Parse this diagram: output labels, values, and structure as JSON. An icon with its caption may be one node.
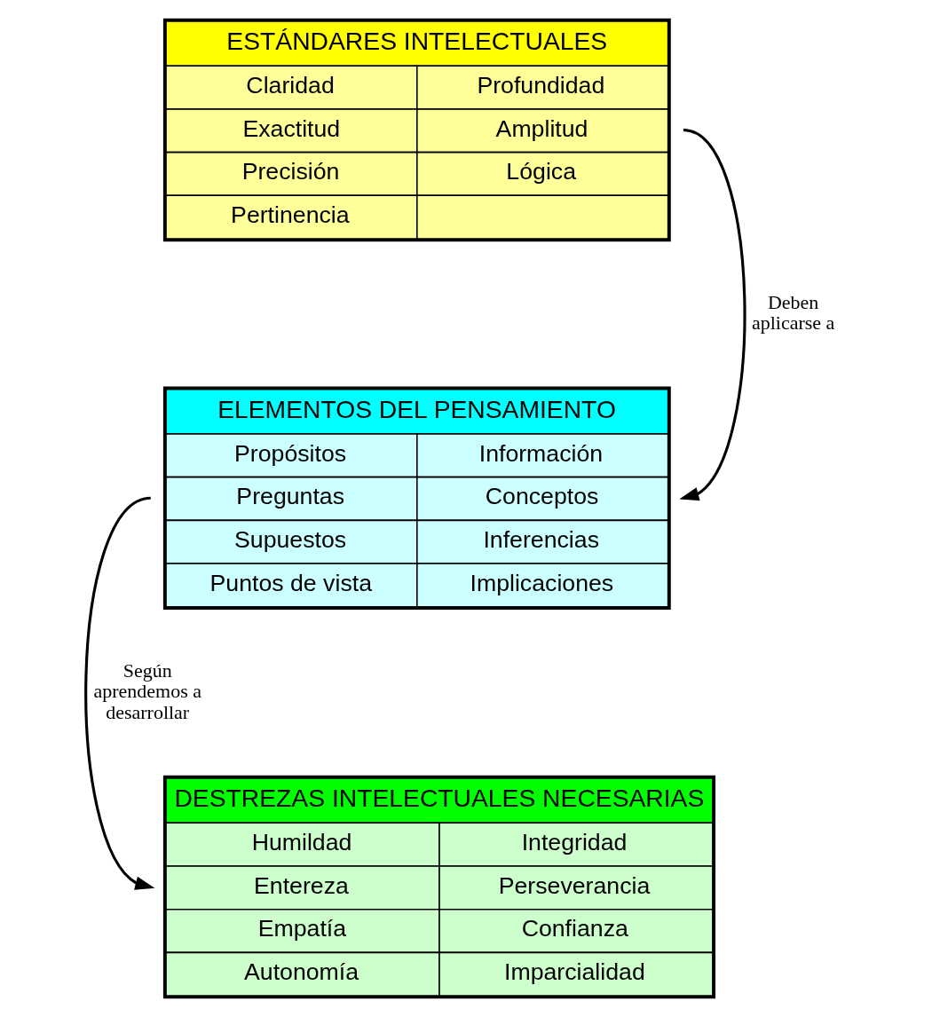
{
  "diagram": {
    "nodes": [
      {
        "text": [
          "ESTÁNDARES INTELECTUALES",
          "Claridad",
          "Profundidad",
          "Exactitud",
          "Amplitud",
          "Precisión",
          "Lógica",
          "Pertinencia"
        ]
      },
      {
        "text": [
          "ELEMENTOS DEL PENSAMIENTO",
          "Propósitos",
          "Información",
          "Preguntas",
          "Conceptos",
          "Supuestos",
          "Inferencias",
          "Puntos de vista",
          "Implicaciones"
        ]
      },
      {
        "text": [
          "DESTREZAS INTELECTUALES NECESARIAS",
          "Humildad",
          "Integridad",
          "Entereza",
          "Perseverancia",
          "Empatía",
          "Confianza",
          "Autonomía",
          "Imparcialidad"
        ]
      }
    ],
    "edges": [
      {
        "from": 0,
        "to": 1,
        "arrow": "to",
        "label": "Deben aplicarse a"
      },
      {
        "from": 1,
        "to": 2,
        "arrow": "to",
        "label": "Según aprendemos a desarrollar"
      }
    ]
  }
}
